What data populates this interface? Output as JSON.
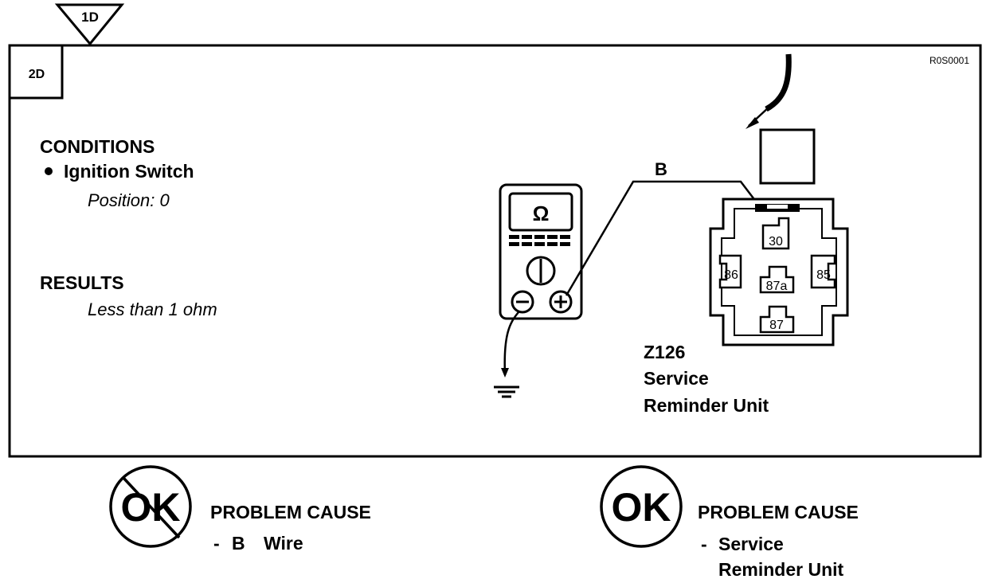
{
  "header": {
    "step_marker": "1D",
    "step_box": "2D",
    "ref_code": "R0S0001"
  },
  "conditions": {
    "title": "CONDITIONS",
    "item": "Ignition Switch",
    "detail": "Position: 0"
  },
  "results": {
    "title": "RESULTS",
    "value": "Less than 1 ohm"
  },
  "meter": {
    "symbol": "Ω",
    "neg_icon": "minus-terminal-icon",
    "pos_icon": "plus-terminal-icon"
  },
  "wire_label": "B",
  "relay": {
    "pins": [
      "30",
      "86",
      "87a",
      "85",
      "87"
    ],
    "code": "Z126",
    "name_line1": "Service",
    "name_line2": "Reminder Unit"
  },
  "outcomes": {
    "not_ok": {
      "badge": "OK",
      "title": "PROBLEM CAUSE",
      "cause_prefix": "-",
      "cause_part1": "B",
      "cause_part2": "Wire"
    },
    "ok": {
      "badge": "OK",
      "title": "PROBLEM CAUSE",
      "cause_prefix": "-",
      "cause_line1": "Service",
      "cause_line2": "Reminder Unit"
    }
  }
}
